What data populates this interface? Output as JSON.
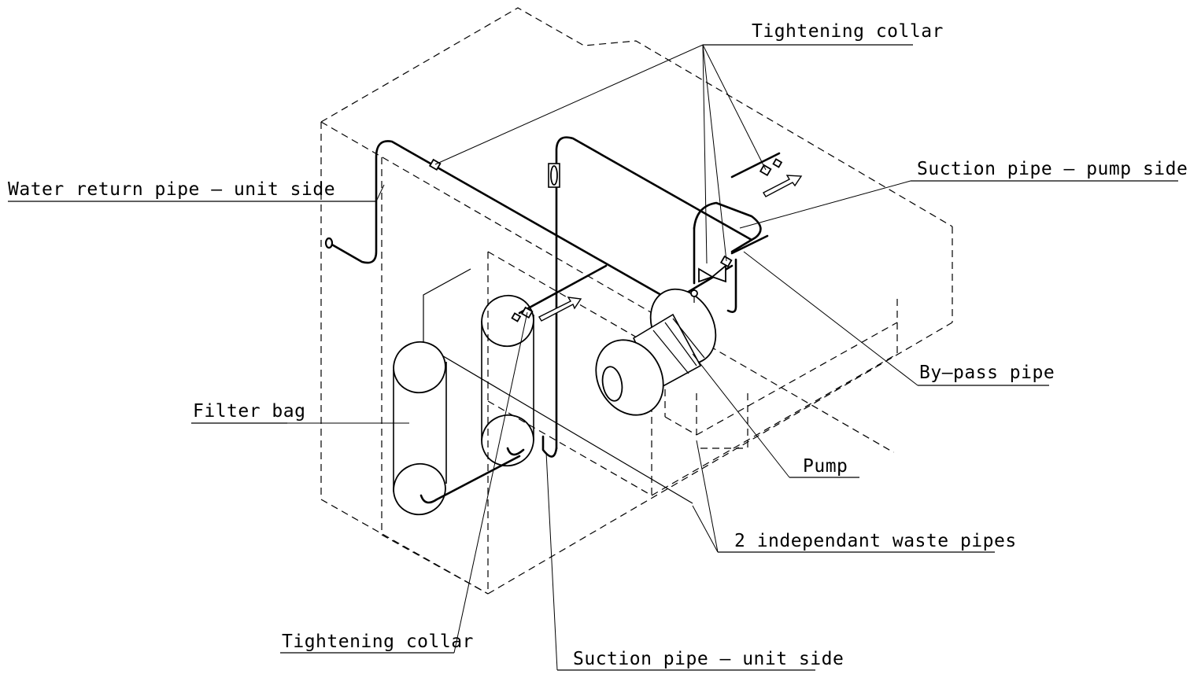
{
  "labels": {
    "tightening_collar_top": "Tightening collar",
    "suction_pipe_pump_side": "Suction pipe – pump side",
    "water_return_pipe": "Water return pipe – unit side",
    "bypass_pipe": "By–pass pipe",
    "filter_bag": "Filter bag",
    "pump": "Pump",
    "waste_pipes": "2 independant waste pipes",
    "tightening_collar_bottom": "Tightening collar",
    "suction_pipe_unit_side": "Suction pipe – unit side"
  }
}
